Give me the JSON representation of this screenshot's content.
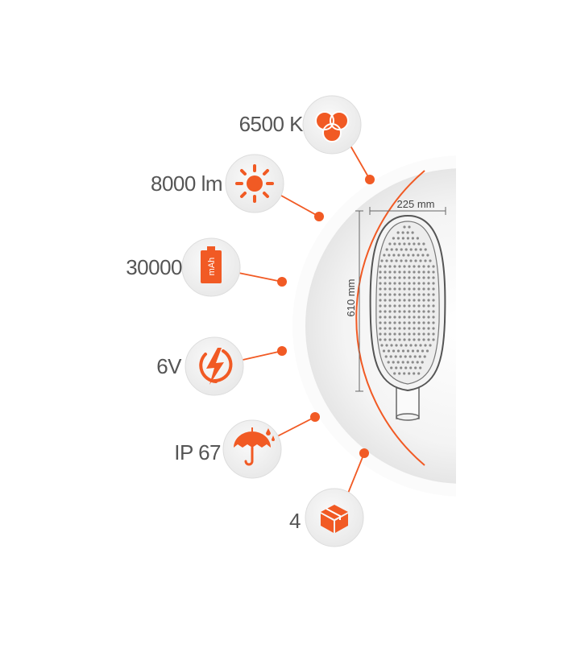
{
  "colors": {
    "accent": "#f15a24",
    "label": "#555555",
    "badge_fill": "#f1f1f1",
    "outline": "#666666"
  },
  "specs": [
    {
      "label": "6500 K",
      "icon": "color-temperature-icon"
    },
    {
      "label": "8000 lm",
      "icon": "sun-icon"
    },
    {
      "label": "30000",
      "icon": "battery-mah-icon",
      "icon_text": "mAh"
    },
    {
      "label": "6V",
      "icon": "lightning-power-icon"
    },
    {
      "label": "IP 67",
      "icon": "umbrella-rain-icon"
    },
    {
      "label": "4",
      "icon": "package-box-icon"
    }
  ],
  "lamp": {
    "width_label": "225 mm",
    "height_label": "610 mm"
  }
}
